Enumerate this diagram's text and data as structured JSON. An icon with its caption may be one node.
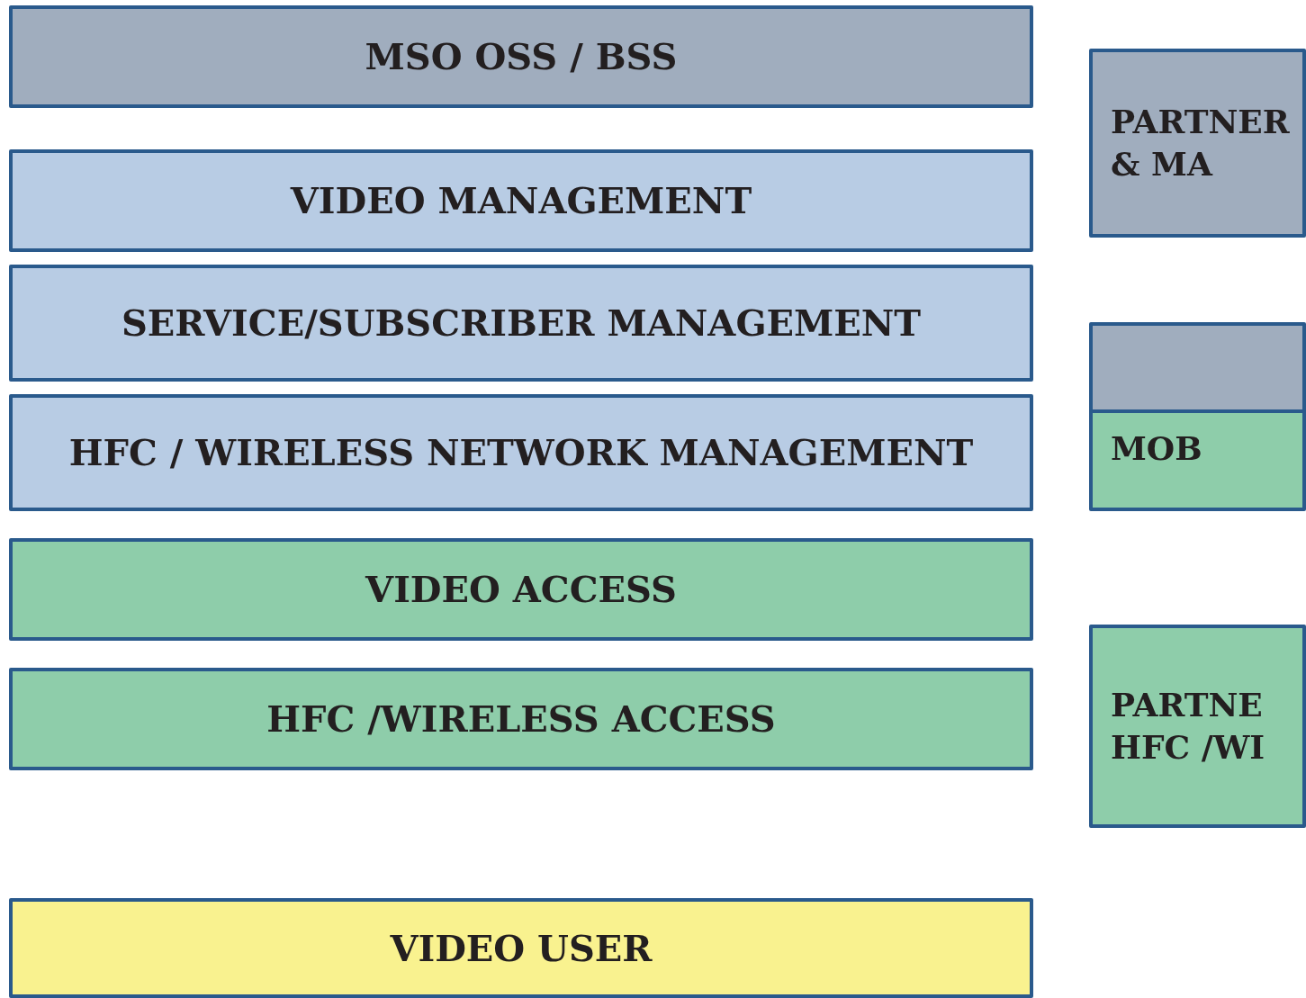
{
  "diagram": {
    "nodes": [
      {
        "text": [
          "MSO OSS / BSS"
        ]
      },
      {
        "text": [
          "PARTNER & MA"
        ]
      },
      {
        "text": [
          "VIDEO MANAGEMENT"
        ]
      },
      {
        "text": [
          "SERVICE/SUBSCRIBER MANAGEMENT"
        ]
      },
      {
        "text": [
          "MOB"
        ]
      },
      {
        "text": [
          "HFC / WIRELESS NETWORK MANAGEMENT"
        ]
      },
      {
        "text": [
          "VIDEO ACCESS"
        ]
      },
      {
        "text": [
          "HFC /WIRELESS ACCESS"
        ]
      },
      {
        "text": [
          "PARTNE HFC /WI"
        ]
      },
      {
        "text": [
          "VIDEO USER"
        ]
      }
    ]
  }
}
